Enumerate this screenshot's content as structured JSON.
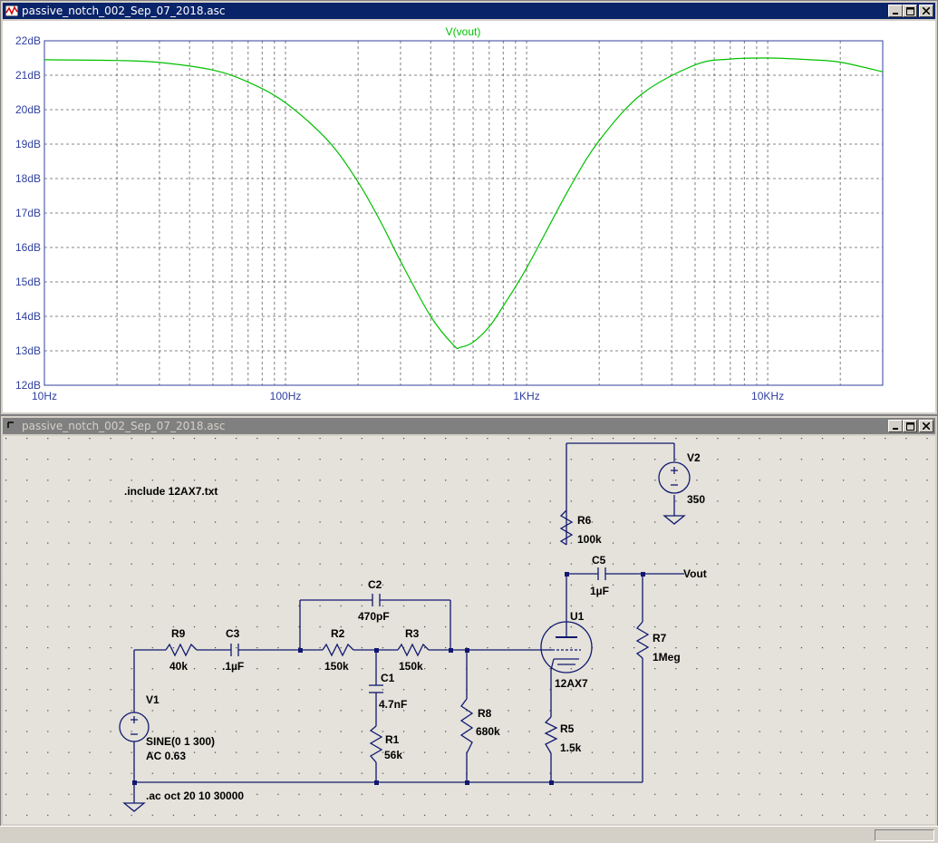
{
  "plot_window": {
    "title": "passive_notch_002_Sep_07_2018.asc",
    "trace_label": "V(vout)",
    "colors": {
      "trace": "#00c000",
      "axis": "#3040a0",
      "grid": "#606060",
      "background": "#ffffff"
    }
  },
  "schematic_window": {
    "title": "passive_notch_002_Sep_07_2018.asc",
    "include_directive": ".include 12AX7.txt",
    "ac_directive": ".ac oct 20 10 30000",
    "components": {
      "R9": {
        "name": "R9",
        "value": "40k"
      },
      "C3": {
        "name": "C3",
        "value": ".1µF"
      },
      "C2": {
        "name": "C2",
        "value": "470pF"
      },
      "R2": {
        "name": "R2",
        "value": "150k"
      },
      "R3": {
        "name": "R3",
        "value": "150k"
      },
      "C1": {
        "name": "C1",
        "value": "4.7nF"
      },
      "R1": {
        "name": "R1",
        "value": "56k"
      },
      "R8": {
        "name": "R8",
        "value": "680k"
      },
      "V1": {
        "name": "V1",
        "value": "SINE(0 1 300)",
        "value2": "AC 0.63"
      },
      "U1": {
        "name": "U1",
        "value": "12AX7"
      },
      "R5": {
        "name": "R5",
        "value": "1.5k"
      },
      "R6": {
        "name": "R6",
        "value": "100k"
      },
      "C5": {
        "name": "C5",
        "value": "1µF"
      },
      "R7": {
        "name": "R7",
        "value": "1Meg"
      },
      "V2": {
        "name": "V2",
        "value": "350"
      }
    },
    "net_label": "Vout"
  },
  "chart_data": {
    "type": "line",
    "title": "V(vout)",
    "xscale": "log",
    "xlim": [
      10,
      30000
    ],
    "ylim": [
      12,
      22
    ],
    "yunit": "dB",
    "grid": true,
    "yticks": [
      "22dB",
      "21dB",
      "20dB",
      "19dB",
      "18dB",
      "17dB",
      "16dB",
      "15dB",
      "14dB",
      "13dB",
      "12dB"
    ],
    "xticks": [
      {
        "label": "10Hz",
        "value": 10
      },
      {
        "label": "100Hz",
        "value": 100
      },
      {
        "label": "1KHz",
        "value": 1000
      },
      {
        "label": "10KHz",
        "value": 10000
      }
    ],
    "series": [
      {
        "name": "V(vout)",
        "x": [
          10,
          20,
          30,
          50,
          70,
          100,
          150,
          200,
          250,
          300,
          400,
          500,
          530,
          600,
          700,
          800,
          1000,
          1500,
          2000,
          3000,
          5000,
          7000,
          10000,
          15000,
          20000,
          30000
        ],
        "y": [
          21.45,
          21.43,
          21.37,
          21.15,
          20.8,
          20.2,
          19.1,
          17.9,
          16.7,
          15.6,
          14.0,
          13.15,
          13.1,
          13.25,
          13.7,
          14.3,
          15.4,
          17.7,
          19.1,
          20.45,
          21.3,
          21.47,
          21.5,
          21.45,
          21.38,
          21.1
        ]
      }
    ]
  }
}
